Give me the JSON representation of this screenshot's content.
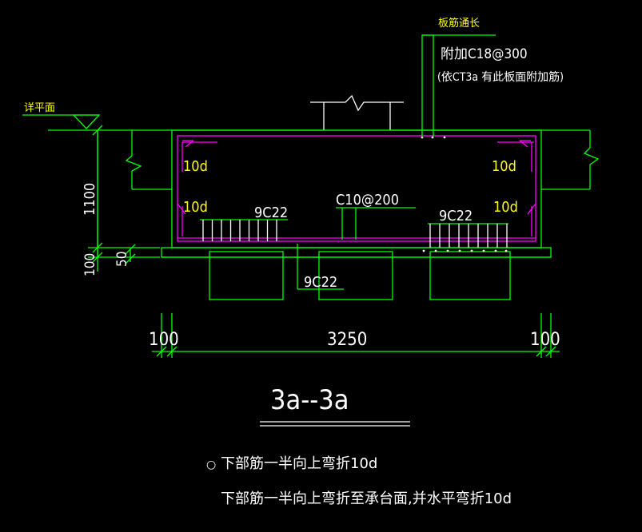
{
  "labels": {
    "slab_through": "板筋通长",
    "add_rebar": "附加C18@300",
    "add_rebar_note": "(依CT3a 有此板面附加筋)",
    "see_plan": "详平面",
    "lap_1": "10d",
    "lap_2": "10d",
    "lap_3": "10d",
    "lap_4": "10d",
    "rebar_left": "9C22",
    "rebar_right": "9C22",
    "rebar_bottom": "9C22",
    "stirrup": "C10@200",
    "height": "1100",
    "base_thk": "100",
    "cover": "50"
  },
  "dimensions": {
    "left": "100",
    "middle": "3250",
    "right": "100"
  },
  "section_title": "3a--3a",
  "notes": {
    "bullet": "○",
    "line1": "下部筋一半向上弯折10d",
    "line2": "下部筋一半向上弯折至承台面,并水平弯折10d"
  }
}
